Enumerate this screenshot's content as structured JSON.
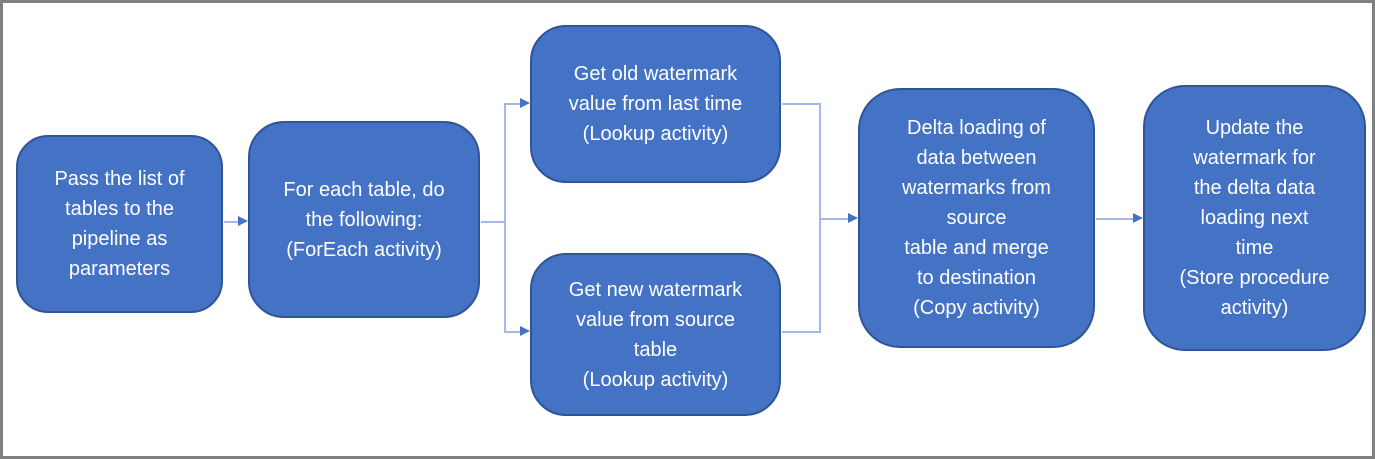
{
  "diagram": {
    "description_visible_only": "flowchart of incremental copy pipeline activities"
  },
  "theme": {
    "node_fill": "#4472C4",
    "node_border": "#2F5597",
    "text_color": "#FFFFFF",
    "connector_color": "#A4B7E6",
    "arrow_color": "#4472C4",
    "frame_color": "#808080",
    "canvas_bg": "#FFFFFF"
  },
  "nodes": [
    {
      "id": "pass-list",
      "label": "Pass the list of\ntables to the\npipeline as\nparameters"
    },
    {
      "id": "foreach",
      "label": "For each table, do\nthe following:\n(ForEach activity)"
    },
    {
      "id": "get-old-watermark",
      "label": "Get old watermark\nvalue from last time\n(Lookup activity)"
    },
    {
      "id": "get-new-watermark",
      "label": "Get new watermark\nvalue from source\ntable\n(Lookup activity)"
    },
    {
      "id": "delta-loading",
      "label": "Delta loading of\ndata between\nwatermarks from\nsource\ntable and merge\nto destination\n(Copy activity)"
    },
    {
      "id": "update-watermark",
      "label": "Update the\nwatermark for\nthe delta data\nloading next\ntime\n(Store procedure\nactivity)"
    }
  ],
  "edges": [
    {
      "from": "pass-list",
      "to": "foreach"
    },
    {
      "from": "foreach",
      "to": "get-old-watermark"
    },
    {
      "from": "foreach",
      "to": "get-new-watermark"
    },
    {
      "from": "get-old-watermark",
      "to": "delta-loading"
    },
    {
      "from": "get-new-watermark",
      "to": "delta-loading"
    },
    {
      "from": "delta-loading",
      "to": "update-watermark"
    }
  ]
}
